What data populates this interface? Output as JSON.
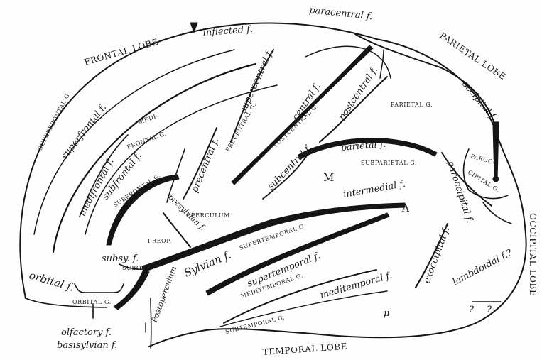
{
  "lobes": {
    "frontal": "FRONTAL LOBE",
    "parietal": "PARIETAL LOBE",
    "occipital": "OCCIPITAL LOBE",
    "temporal": "TEMPORAL LOBE"
  },
  "gyri": {
    "superfrontal": "SUPERFRONTAL G.",
    "medi": "MEDI-",
    "frontal_g": "FRONTAL G.",
    "precentral": "PRECENTRAL G.",
    "postcentral": "POSTCENTRAL G.",
    "parietal": "PARIETAL G.",
    "subparietal": "SUBPARIETAL G.",
    "subfrontal": "SUBFRONTAL G.",
    "operculum": "OPERCULUM",
    "preop": "PREOP.",
    "subop": "SUBOP.",
    "orbital": "ORBITAL G.",
    "supertemporal": "SUPERTEMPORAL G.",
    "meditemporal": "MEDITEMPORAL G.",
    "subtemporal": "SUBTEMPORAL G.",
    "paroccipital_1": "PAROC-",
    "paroccipital_2": "CIPITAL G."
  },
  "fissures": {
    "inflected": "inflected f.",
    "paracentral": "paracentral f.",
    "occipital": "occipital f.",
    "superfrontal": "superfrontal f.",
    "supercentral": "supercentral f.",
    "central": "central f.",
    "postcentral": "postcentral f.",
    "medifrontal": "medifrontal f.",
    "precentral": "precentral f.",
    "subfrontal": "subfrontal f.",
    "subcentral": "subcentral f.",
    "parietal": "parietal f.",
    "intermedial": "intermedial f.",
    "paroccipital": "paroccipital f.",
    "presylvian": "presylvian f.",
    "sylvian": "Sylvian f.",
    "supertemporal": "supertemporal f.",
    "meditemporal": "meditemporal f.",
    "exoccipital": "exoccipital f.",
    "lambdoidal": "lambdoidal f.?",
    "subsylvian": "subsy. f.",
    "orbital": "orbital f.",
    "postoperculum": "Postoperculum",
    "olfactory": "olfactory f.",
    "basisylvian": "basisylvian f."
  },
  "marks": {
    "m": "M",
    "a": "A",
    "q1": "?",
    "q2": "?",
    "mu": "μ"
  }
}
